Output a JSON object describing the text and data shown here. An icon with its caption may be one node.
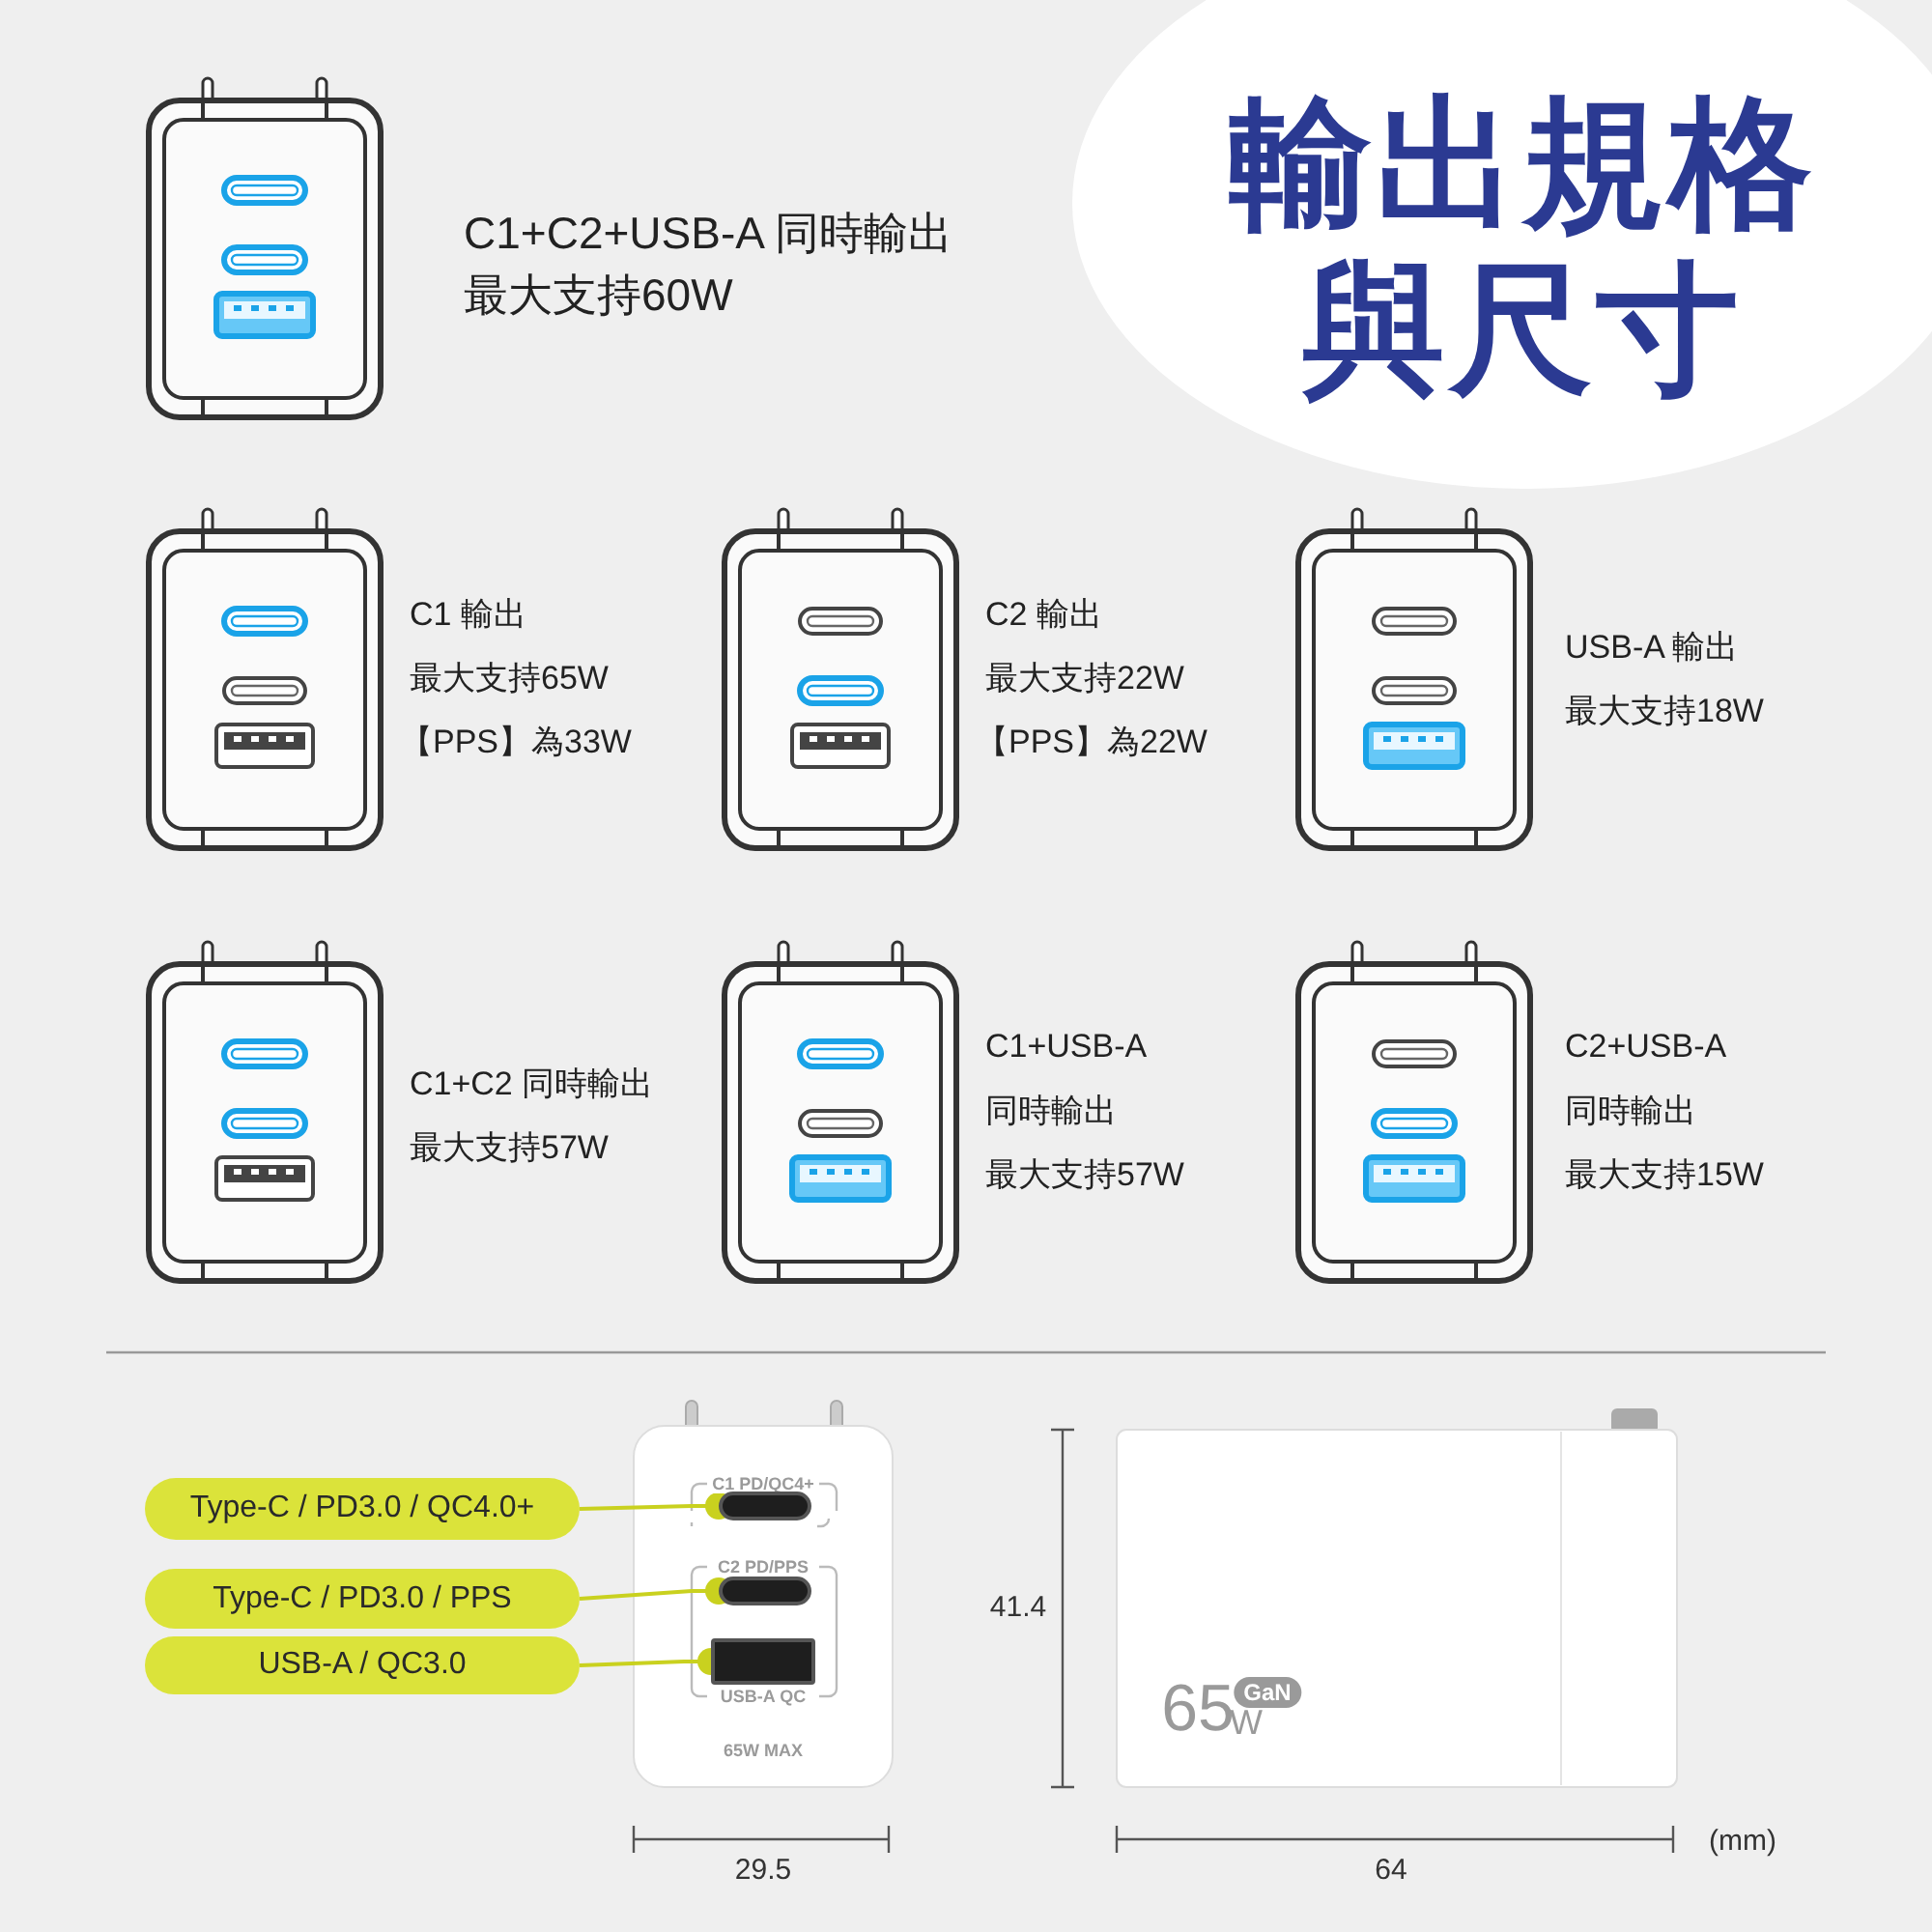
{
  "diagram": {
    "title": "輸出規格與尺寸",
    "nodes": [
      {
        "text": [
          "Type-C / PD3.0 / QC4.0+"
        ]
      },
      {
        "text": [
          "Type-C / PD3.0 / PPS"
        ]
      },
      {
        "text": [
          "USB-A / QC3.0"
        ]
      },
      {
        "text": [],
        "shape": "box"
      },
      {
        "text": [],
        "shape": "box"
      },
      {
        "text": [],
        "shape": "box"
      }
    ],
    "edges": [
      {
        "from": 0,
        "to": 3,
        "arrow": "other"
      },
      {
        "from": 1,
        "to": 4,
        "arrow": "other"
      },
      {
        "from": 2,
        "to": 5,
        "arrow": "other"
      }
    ],
    "labels": [
      "C1+C2+USB-A 同時輸出",
      "最大支持60W",
      "C1 輸出",
      "最大支持65W",
      "【PPS】為33W",
      "C2 輸出",
      "最大支持22W",
      "【PPS】為22W",
      "USB-A 輸出",
      "最大支持18W",
      "C1+C2 同時輸出",
      "最大支持57W",
      "C1+USB-A",
      "同時輸出",
      "最大支持57W",
      "C2+USB-A",
      "同時輸出",
      "最大支持15W",
      "C1 PD/QC4+",
      "C2 PD/PPS",
      "USB-A QC",
      "65W MAX",
      "65",
      "W",
      "GaN",
      "41.4",
      "29.5",
      "64",
      "(mm)"
    ]
  }
}
